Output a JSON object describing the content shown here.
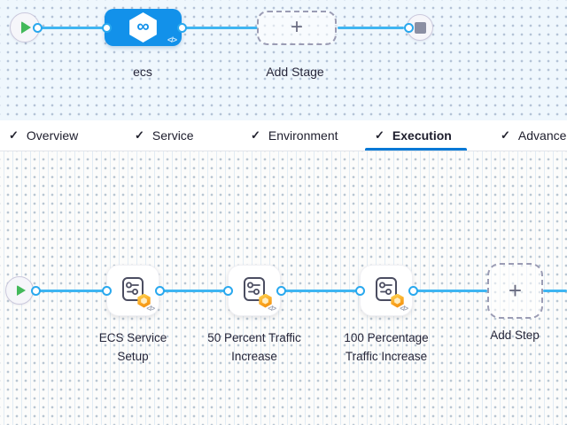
{
  "colors": {
    "accent_blue": "#0278d5",
    "edge_blue": "#3eb5f2",
    "stage_node_blue": "#1291ea",
    "play_green": "#43b95a",
    "badge_orange": "#f9a21d"
  },
  "stage_pipeline": {
    "stage": {
      "label": "ecs",
      "infinity_glyph": "∞",
      "code_toggle": "</>"
    },
    "add_stage": {
      "label": "Add Stage",
      "plus_glyph": "+"
    }
  },
  "tabs": {
    "check_glyph": "✓",
    "items": [
      {
        "label": "Overview",
        "checked": true,
        "active": false
      },
      {
        "label": "Service",
        "checked": true,
        "active": false
      },
      {
        "label": "Environment",
        "checked": true,
        "active": false
      },
      {
        "label": "Execution",
        "checked": true,
        "active": true
      },
      {
        "label": "Advanced",
        "checked": true,
        "active": false
      }
    ]
  },
  "execution_graph": {
    "steps": [
      {
        "label": "ECS Service Setup",
        "code_toggle": "</>"
      },
      {
        "label": "50 Percent Traffic Increase",
        "code_toggle": "</>"
      },
      {
        "label": "100 Percentage Traffic Increase",
        "code_toggle": "</>"
      }
    ],
    "add_step": {
      "label": "Add Step",
      "plus_glyph": "+"
    }
  }
}
